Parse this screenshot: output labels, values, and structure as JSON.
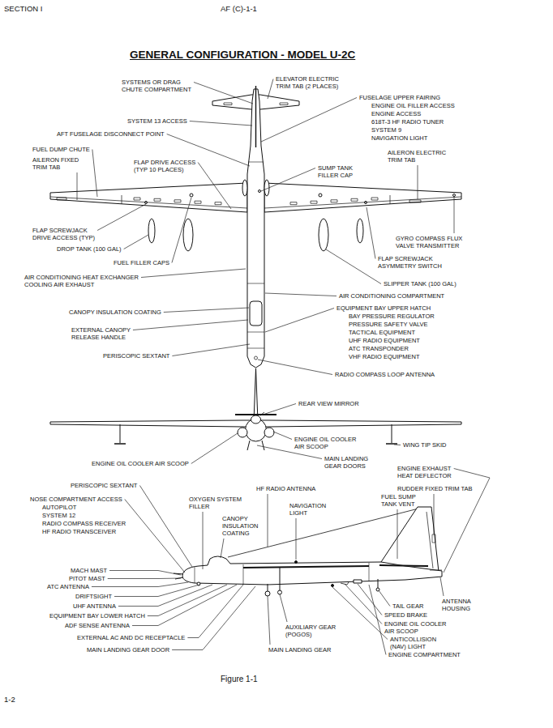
{
  "diagram": {
    "title": "GENERAL CONFIGURATION - MODEL U-2C",
    "caption": "Figure 1-1",
    "labels": [
      "SECTION I",
      "AF (C)-1-1",
      "SYSTEMS OR DRAG CHUTE COMPARTMENT",
      "ELEVATOR ELECTRIC TRIM TAB (2 PLACES)",
      "FUSELAGE UPPER FAIRING",
      "ENGINE OIL FILLER ACCESS",
      "ENGINE ACCESS",
      "618T-3 HF RADIO TUNER",
      "SYSTEM 9",
      "NAVIGATION LIGHT",
      "SYSTEM 13 ACCESS",
      "AFT FUSELAGE DISCONNECT POINT",
      "FUEL DUMP CHUTE",
      "AILERON FIXED TRIM TAB",
      "FLAP DRIVE ACCESS (TYP 10 PLACES)",
      "SUMP TANK FILLER CAP",
      "AILERON ELECTRIC TRIM TAB",
      "FLAP SCREWJACK DRIVE ACCESS (TYP)",
      "DROP TANK (100 GAL)",
      "FUEL FILLER CAPS",
      "GYRO COMPASS FLUX VALVE TRANSMITTER",
      "FLAP SCREWJACK ASYMMETRY SWITCH",
      "SLIPPER TANK (100 GAL)",
      "AIR CONDITIONING HEAT EXCHANGER COOLING AIR EXHAUST",
      "AIR CONDITIONING COMPARTMENT",
      "CANOPY INSULATION COATING",
      "EQUIPMENT BAY UPPER HATCH",
      "BAY PRESSURE REGULATOR",
      "PRESSURE SAFETY VALVE",
      "TACTICAL EQUIPMENT",
      "UHF RADIO EQUIPMENT",
      "ATC TRANSPONDER",
      "VHF RADIO EQUIPMENT",
      "EXTERNAL CANOPY RELEASE HANDLE",
      "PERISCOPIC SEXTANT",
      "RADIO COMPASS LOOP ANTENNA",
      "REAR VIEW MIRROR",
      "ENGINE OIL COOLER AIR SCOOP",
      "WING TIP SKID",
      "ENGINE OIL COOLER AIR SCOOP",
      "MAIN LANDING GEAR DOORS",
      "PERISCOPIC SEXTANT",
      "ENGINE EXHAUST HEAT DEFLECTOR",
      "RUDDER FIXED TRIM TAB",
      "NOSE COMPARTMENT ACCESS",
      "AUTOPILOT",
      "SYSTEM 12",
      "RADIO COMPASS RECEIVER",
      "HF RADIO TRANSCEIVER",
      "OXYGEN SYSTEM FILLER",
      "HF RADIO ANTENNA",
      "CANOPY INSULATION COATING",
      "NAVIGATION LIGHT",
      "FUEL SUMP TANK VENT",
      "MACH MAST",
      "PITOT MAST",
      "ATC ANTENNA",
      "DRIFTSIGHT",
      "UHF ANTENNA",
      "EQUIPMENT BAY LOWER HATCH",
      "ADF SENSE ANTENNA",
      "EXTERNAL AC AND DC RECEPTACLE",
      "MAIN LANDING GEAR DOOR",
      "AUXILIARY GEAR (POGOS)",
      "MAIN LANDING GEAR",
      "ANTENNA HOUSING",
      "TAIL GEAR",
      "SPEED BRAKE",
      "ENGINE OIL COOLER AIR SCOOP",
      "ANTICOLLISION (NAV) LIGHT",
      "ENGINE COMPARTMENT",
      "1-2"
    ]
  }
}
